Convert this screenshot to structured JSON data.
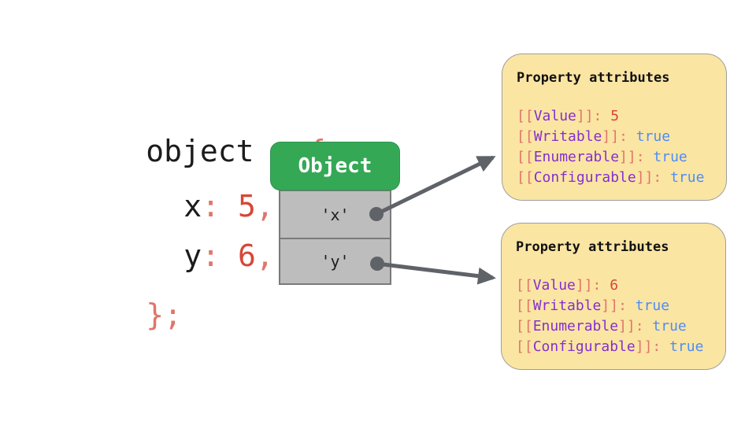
{
  "code_block": {
    "line1": {
      "identifier": "object",
      "punctuation": " = {"
    },
    "line2": {
      "key": "x",
      "colon": ": ",
      "value": "5",
      "comma": ","
    },
    "line3": {
      "key": "y",
      "colon": ": ",
      "value": "6",
      "comma": ","
    },
    "line4": {
      "punctuation": "};"
    }
  },
  "object_diagram": {
    "header_label": "Object",
    "slots": [
      {
        "label": "'x'"
      },
      {
        "label": "'y'"
      }
    ]
  },
  "attribute_cards": [
    {
      "title": "Property attributes",
      "rows": [
        {
          "open": "[[",
          "name": "Value",
          "close": "]]: ",
          "value": "5",
          "value_type": "number"
        },
        {
          "open": "[[",
          "name": "Writable",
          "close": "]]: ",
          "value": "true",
          "value_type": "boolean"
        },
        {
          "open": "[[",
          "name": "Enumerable",
          "close": "]]: ",
          "value": "true",
          "value_type": "boolean"
        },
        {
          "open": "[[",
          "name": "Configurable",
          "close": "]]: ",
          "value": "true",
          "value_type": "boolean"
        }
      ]
    },
    {
      "title": "Property attributes",
      "rows": [
        {
          "open": "[[",
          "name": "Value",
          "close": "]]: ",
          "value": "6",
          "value_type": "number"
        },
        {
          "open": "[[",
          "name": "Writable",
          "close": "]]: ",
          "value": "true",
          "value_type": "boolean"
        },
        {
          "open": "[[",
          "name": "Enumerable",
          "close": "]]: ",
          "value": "true",
          "value_type": "boolean"
        },
        {
          "open": "[[",
          "name": "Configurable",
          "close": "]]: ",
          "value": "true",
          "value_type": "boolean"
        }
      ]
    }
  ],
  "colors": {
    "accent_green": "#35a855",
    "card_yellow": "#fbe5a3",
    "punctuation_salmon": "#e0756a",
    "number_red": "#d74638",
    "attribute_purple": "#8430ce",
    "boolean_blue": "#4d8df6",
    "arrow_gray": "#5f6368",
    "slot_gray": "#bdbdbd"
  }
}
